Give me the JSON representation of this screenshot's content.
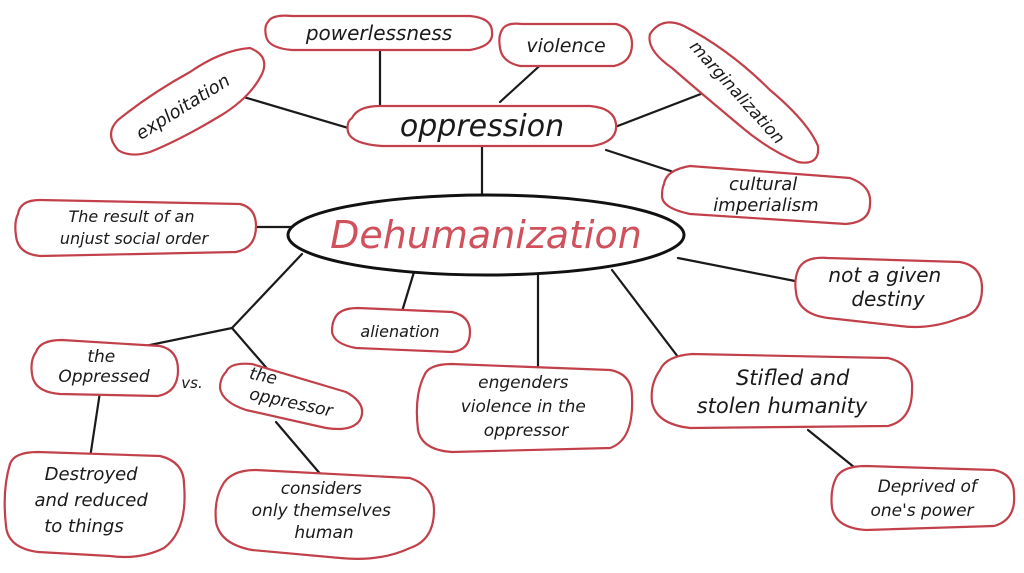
{
  "center": {
    "label": "Dehumanization"
  },
  "hub": {
    "label": "oppression"
  },
  "oppression_types": {
    "exploitation": "exploitation",
    "powerlessness": "powerlessness",
    "violence": "violence",
    "marginalization": "marginalization",
    "cultural_imperialism": [
      "cultural",
      "imperialism"
    ]
  },
  "nodes": {
    "unjust_order": [
      "The result of an",
      "unjust social order"
    ],
    "given_destiny": [
      "not a given",
      "destiny"
    ],
    "alienation": "alienation",
    "oppressed": [
      "the",
      "Oppressed"
    ],
    "vs": "vs.",
    "oppressor": [
      "the",
      "oppressor"
    ],
    "destroyed": [
      "Destroyed",
      "and reduced",
      "to things"
    ],
    "considers": [
      "considers",
      "only themselves",
      "human"
    ],
    "engenders": [
      "engenders",
      "violence in the",
      "oppressor"
    ],
    "stifled": [
      "Stifled and",
      "stolen humanity"
    ],
    "deprived": [
      "Deprived of",
      "one's power"
    ]
  },
  "colors": {
    "accent": "#d0505b",
    "bubble_outline": "#c2404a",
    "ink": "#1a1a1a"
  }
}
